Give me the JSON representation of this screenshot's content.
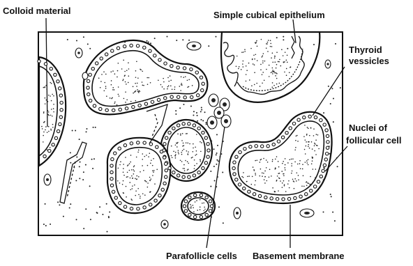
{
  "labels": {
    "colloid_material": "Colloid material",
    "simple_cubical_epithelium": "Simple cubical epithelium",
    "thyroid_vessicles_1": "Thyroid",
    "thyroid_vessicles_2": "vessicles",
    "nuclei_1": "Nuclei of",
    "nuclei_2": "follicular cell",
    "parafollicle_cells": "Parafollicle cells",
    "basement_membrane": "Basement membrane"
  }
}
